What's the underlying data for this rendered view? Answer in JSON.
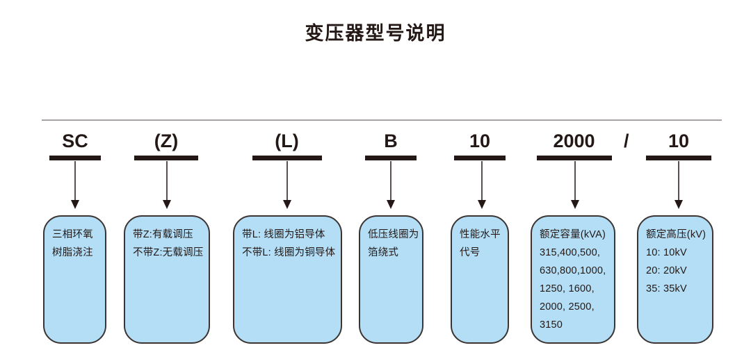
{
  "title": "变压器型号说明",
  "segments": [
    {
      "code": "SC",
      "lines": [
        "三相环氧",
        "树脂浇注"
      ]
    },
    {
      "code": "(Z)",
      "lines": [
        "带Z:有载调压",
        "不带Z:无载调压"
      ]
    },
    {
      "code": "(L)",
      "lines": [
        "带L: 线圈为铝导体",
        "不带L: 线圈为铜导体"
      ]
    },
    {
      "code": "B",
      "lines": [
        "低压线圈为",
        "箔绕式"
      ]
    },
    {
      "code": "10",
      "lines": [
        "性能水平",
        "代号"
      ]
    },
    {
      "code": "2000",
      "lines": [
        "额定容量(kVA)",
        "315,400,500,",
        "630,800,1000,",
        "1250, 1600,",
        "2000, 2500,",
        "3150"
      ]
    },
    {
      "code": "10",
      "lines": [
        "额定高压(kV)",
        "10: 10kV",
        "20: 20kV",
        "35: 35kV"
      ]
    }
  ],
  "separator": "/",
  "colors": {
    "box_fill": "#b3def5",
    "box_border": "#3b3432",
    "text": "#231815",
    "rule": "#a8a3a3",
    "arrow": "#58504f"
  }
}
